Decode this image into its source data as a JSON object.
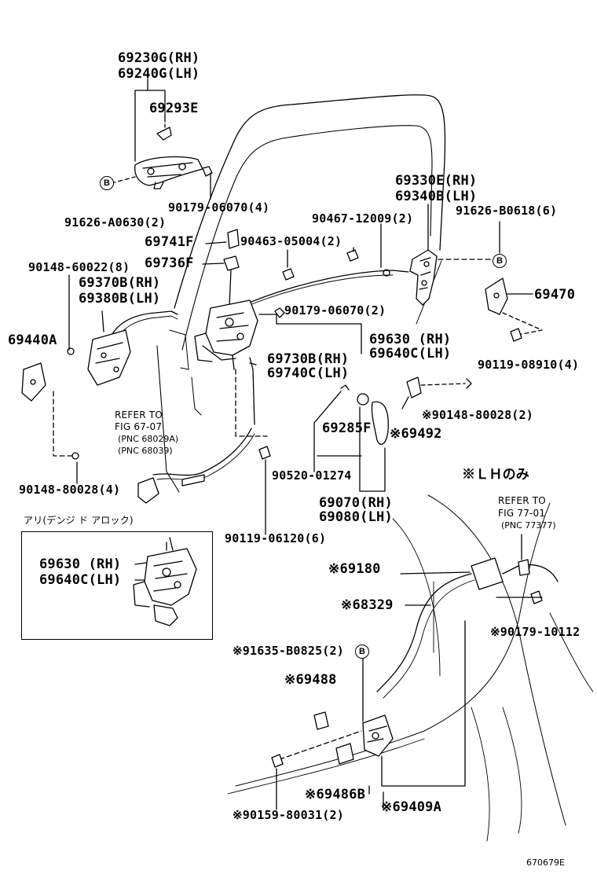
{
  "labels": {
    "p69230G": "69230G(RH)",
    "p69240G": "69240G(LH)",
    "p69293E": "69293E",
    "p91626A": "91626-A0630(2)",
    "p90179a": "90179-06070(4)",
    "p69741F": "69741F",
    "p69736F": "69736F",
    "p90463": "90463-05004(2)",
    "p90467": "90467-12009(2)",
    "p69330E": "69330E(RH)",
    "p69340B": "69340B(LH)",
    "p91626B": "91626-B0618(6)",
    "p90148a": "90148-60022(8)",
    "p69370B": "69370B(RH)",
    "p69380B": "69380B(LH)",
    "p90179b": "90179-06070(2)",
    "p69470": "69470",
    "p69440A": "69440A",
    "p69630a": "69630 (RH)",
    "p69640Ca": "69640C(LH)",
    "p69730B": "69730B(RH)",
    "p69740C": "69740C(LH)",
    "p90119a": "90119-08910(4)",
    "p90148b": "※90148-80028(2)",
    "p69285F": "69285F",
    "p69492": "※69492",
    "p90520": "90520-01274",
    "p69070": "69070(RH)",
    "p69080": "69080(LH)",
    "p90148c": "90148-80028(4)",
    "p90119b": "90119-06120(6)",
    "p69630b": "69630 (RH)",
    "p69640Cb": "69640C(LH)",
    "p69180": "※69180",
    "p68329": "※68329",
    "p90179c": "※90179-10112",
    "p91635": "※91635-B0825(2)",
    "p69488": "※69488",
    "p69486B": "※69486B",
    "p69409A": "※69409A",
    "p90159": "※90159-80031(2)"
  },
  "notes": {
    "refer1_line1": "REFER TO",
    "refer1_line2": "FIG 67-07",
    "refer1_line3": "(PNC 68029A)",
    "refer1_line4": "(PNC 68039)",
    "refer2_line1": "REFER TO",
    "refer2_line2": "FIG 77-01",
    "refer2_line3": "(PNC 77377)",
    "lh_only": "※ＬＨのみ",
    "inset_title": "アリ(デンジ ド アロック)",
    "figure_id": "670679E"
  },
  "callouts": {
    "b": "B"
  }
}
